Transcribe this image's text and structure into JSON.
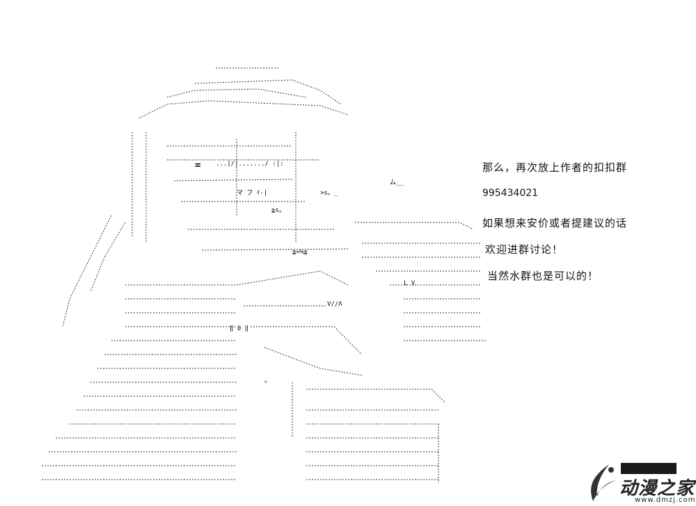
{
  "messages": {
    "line1": "那么，再次放上作者的扣扣群",
    "line2": "995434021",
    "line3": "如果想来安价或者提建议的话",
    "line4": "欢迎进群讨论！",
    "line5": "当然水群也是可以的！"
  },
  "watermark": {
    "title": "动漫之家",
    "url": "www.dmzj.com"
  },
  "colors": {
    "ink": "#000000",
    "background": "#ffffff"
  }
}
